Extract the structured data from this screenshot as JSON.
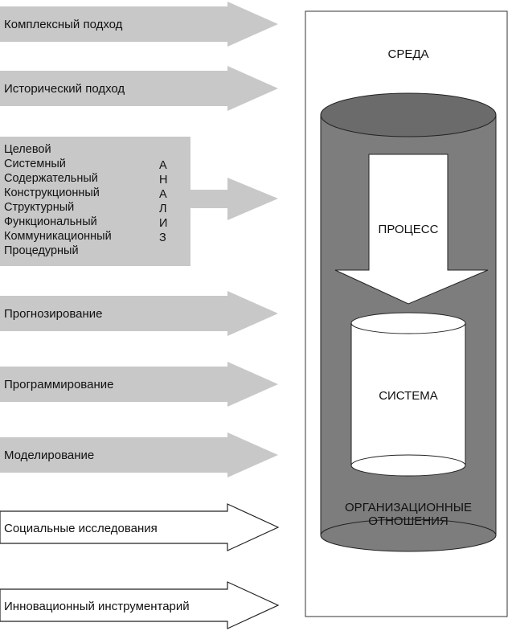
{
  "arrows": [
    {
      "label": "Комплексный подход",
      "style": "filled"
    },
    {
      "label": "Исторический подход",
      "style": "filled"
    },
    {
      "label": "Прогнозирование",
      "style": "filled"
    },
    {
      "label": "Программирование",
      "style": "filled"
    },
    {
      "label": "Моделирование",
      "style": "filled"
    },
    {
      "label": "Социальные исследования",
      "style": "outline"
    },
    {
      "label": "Инновационный инструментарий",
      "style": "outline"
    }
  ],
  "analysis_block": {
    "items": [
      "Целевой",
      "Системный",
      "Содержательный",
      "Конструкционный",
      "Структурный",
      "Функциональный",
      "Коммуникационный",
      "Процедурный"
    ],
    "vertical_word": [
      "А",
      "Н",
      "А",
      "Л",
      "И",
      "З"
    ]
  },
  "environment": {
    "label": "СРЕДА",
    "process_label": "ПРОЦЕСС",
    "system_label": "СИСТЕМА",
    "relations_label_line1": "ОРГАНИЗАЦИОННЫЕ",
    "relations_label_line2": "ОТНОШЕНИЯ"
  },
  "colors": {
    "arrow_fill": "#c8c8c8",
    "cylinder_body": "#7d7d7d",
    "cylinder_top": "#6b6b6b",
    "inner_white": "#ffffff"
  }
}
